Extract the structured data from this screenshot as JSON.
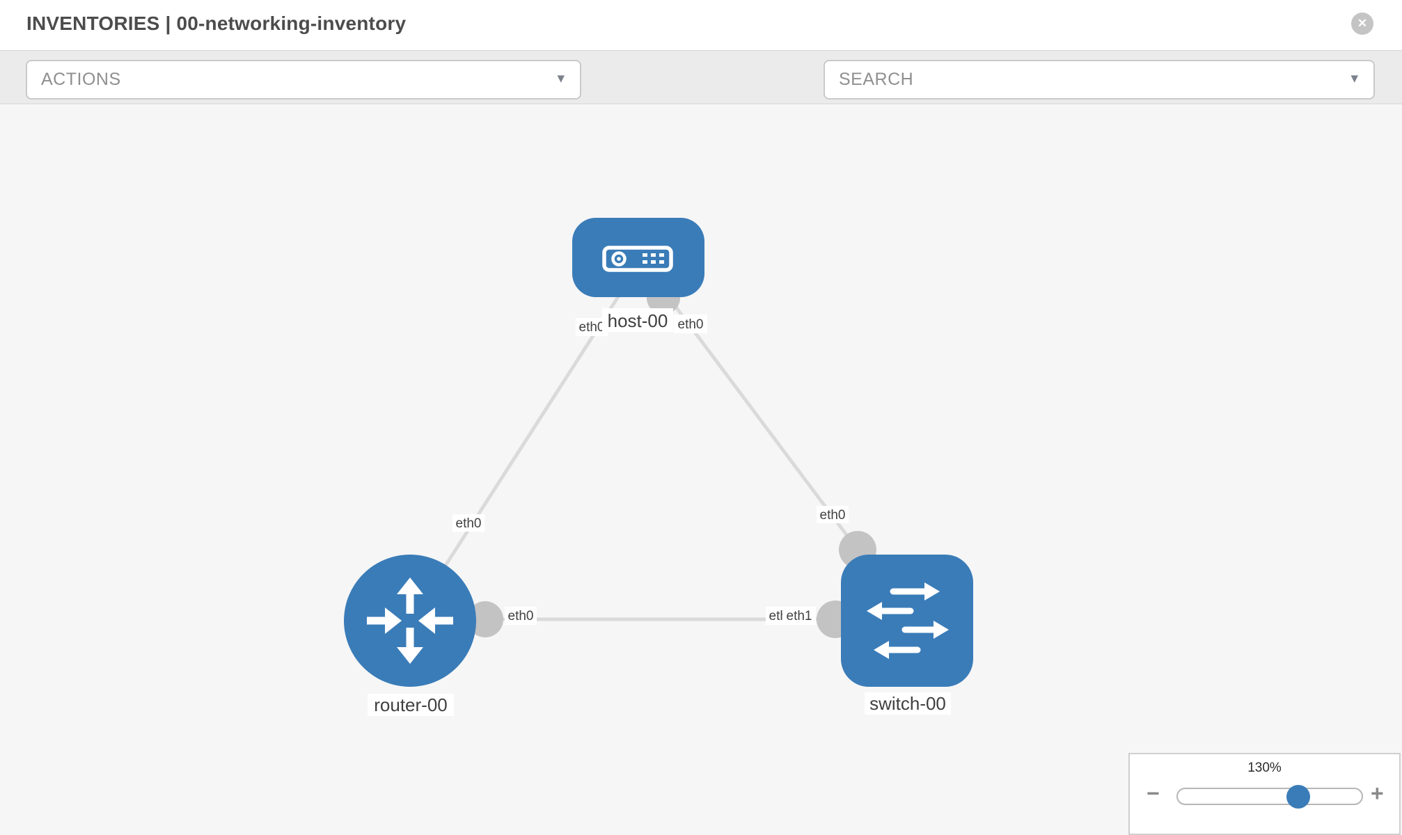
{
  "header": {
    "title": "INVENTORIES | 00-networking-inventory",
    "close_label": "✕"
  },
  "toolbar": {
    "actions_label": "ACTIONS",
    "search_label": "SEARCH",
    "dropdown_arrow": "▾",
    "icons": [
      "wrench-icon",
      "key-icon"
    ]
  },
  "topology": {
    "nodes": [
      {
        "id": "host-00",
        "type": "host",
        "label": "host-00"
      },
      {
        "id": "router-00",
        "type": "router",
        "label": "router-00"
      },
      {
        "id": "switch-00",
        "type": "switch",
        "label": "switch-00"
      }
    ],
    "links": [
      {
        "source": "host-00",
        "target": "router-00",
        "source_interface": "eth0",
        "target_interface": "eth0"
      },
      {
        "source": "host-00",
        "target": "switch-00",
        "source_interface": "eth0",
        "target_interface": "eth0"
      },
      {
        "source": "router-00",
        "target": "switch-00",
        "source_interface": "eth0",
        "target_interface": "eth1"
      }
    ],
    "interface_labels": [
      {
        "text": "eth0"
      },
      {
        "text": "eth0"
      },
      {
        "text": "eth0"
      },
      {
        "text": "eth0"
      },
      {
        "text": "eth0"
      },
      {
        "text": "eth0"
      },
      {
        "text": "eth1"
      }
    ]
  },
  "zoom_control": {
    "level": "130%",
    "decrease_label": "−",
    "increase_label": "+"
  },
  "colors": {
    "node_blue": "#3a7cb8",
    "connector_gray": "#c3c3c3",
    "link_gray": "#dadada",
    "canvas_bg": "#f6f6f6",
    "toolbar_bg": "#ebebeb"
  }
}
